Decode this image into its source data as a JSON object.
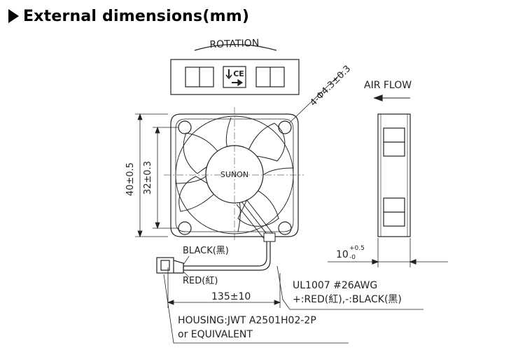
{
  "heading": {
    "title": "External dimensions(mm)",
    "icon": "triangle-right-icon"
  },
  "labels": {
    "rotation": "ROTATION",
    "air_flow": "AIR FLOW",
    "hole_dim": "4-Φ4.3±0.3",
    "brand": "SUNON",
    "outer_dim": "40±0.5",
    "inner_dim": "32±0.3",
    "thickness_main": "10",
    "thickness_plus": "+0.5",
    "thickness_minus": "-0",
    "black_wire": "BLACK(黑)",
    "red_wire": "RED(紅)",
    "lead_length": "135±10",
    "wire_spec": "UL1007  #26AWG",
    "polarity": "+:RED(紅),-:BLACK(黑)",
    "housing": "HOUSING:JWT  A2501H02-2P",
    "equivalent": "or  EQUIVALENT"
  },
  "icons": {
    "ce_mark": "ce-mark-icon",
    "flow_arrow": "arrow-left-icon",
    "rotation_arc": "arc-icon"
  },
  "colors": {
    "line": "#222222",
    "text": "#222222",
    "background": "#ffffff"
  }
}
